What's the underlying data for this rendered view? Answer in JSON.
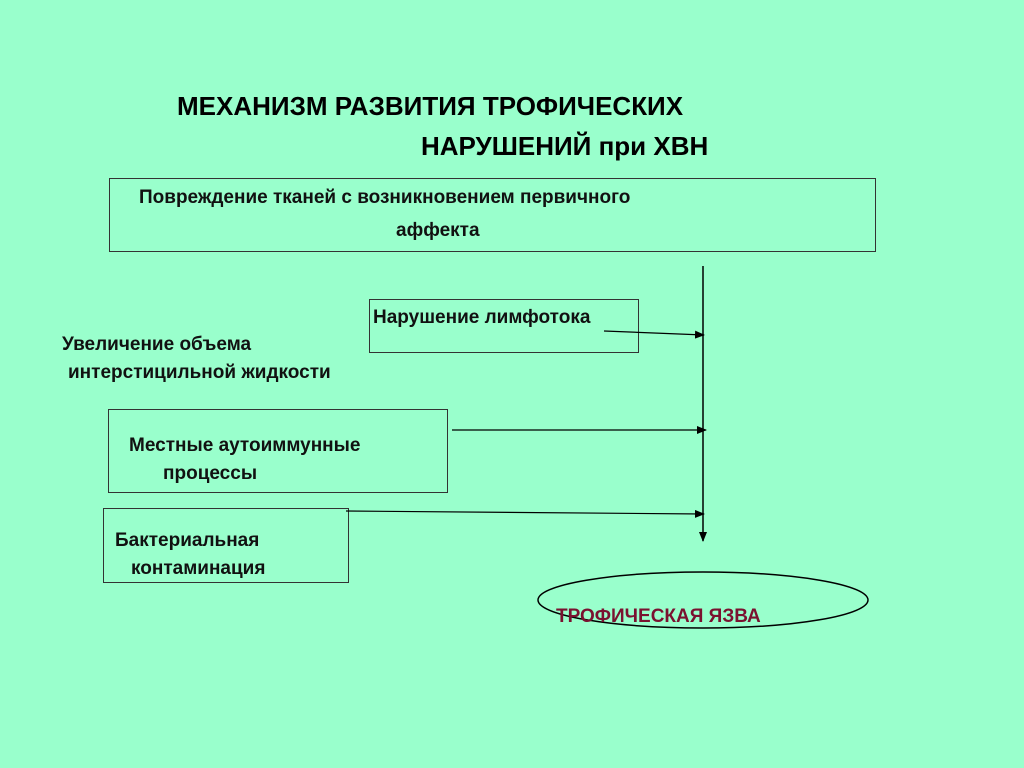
{
  "title": {
    "line1": "МЕХАНИЗМ РАЗВИТИЯ ТРОФИЧЕСКИХ",
    "line2": "НАРУШЕНИЙ при ХВН"
  },
  "boxes": {
    "tissue_damage": {
      "line1": "Повреждение тканей с возникновением первичного",
      "line2": "аффекта"
    },
    "lymph_flow": {
      "line1": "Нарушение лимфотока"
    },
    "interstitial": {
      "line1": "Увеличение объема",
      "line2": "интерстицильной жидкости"
    },
    "autoimmune": {
      "line1": "Местные аутоиммунные",
      "line2": "процессы"
    },
    "bacterial": {
      "line1": "Бактериальная",
      "line2": "контаминация"
    }
  },
  "result": {
    "label": "ТРОФИЧЕСКАЯ ЯЗВА",
    "color": "#7a1230"
  }
}
